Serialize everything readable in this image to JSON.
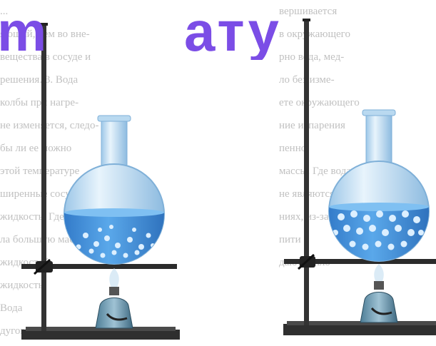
{
  "heading": {
    "fragment_left": "m",
    "fragment_right": "ату",
    "color": "#7b4de6"
  },
  "left_panel": {
    "text_lines": [
      "...",
      "яющий, чем во вне-",
      "вещества в сосуде и",
      "решения. 3. Вода",
      "колбы при нагре-",
      "не изменяется, следо-",
      "бы ли ее можно",
      "этой температуре",
      "ширенные сосуды",
      "жидкость. Где вода",
      "ла большую массу",
      "жидкостей",
      "жидкость",
      "Вода",
      "дуговую ..."
    ]
  },
  "right_panel": {
    "text_lines": [
      "вершивается",
      "в окружающего",
      "рно вода, мед-",
      "ло без изме-",
      "ете окружающего",
      "ние испарения",
      "пенно",
      "массы. Где вода",
      "не являются",
      "ниях, из-за",
      "пити",
      "дают тепло",
      "",
      "",
      ""
    ]
  },
  "colors": {
    "liquid": "#3f8fdc",
    "glass": "#cfe6f6",
    "stand": "#2f2f2f",
    "burner": "#6c8fa3"
  }
}
